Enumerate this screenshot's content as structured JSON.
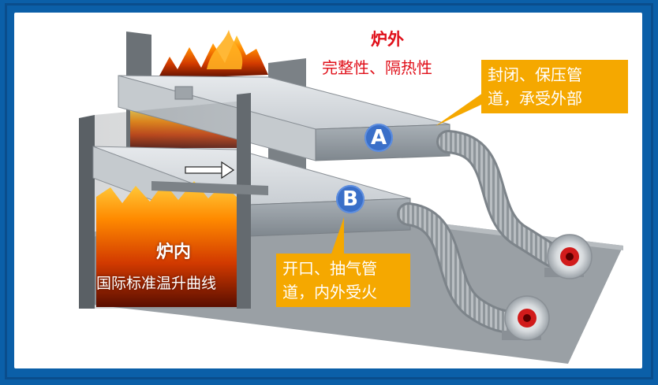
{
  "outside": {
    "title": "炉外",
    "subtitle": "完整性、隔热性"
  },
  "inside": {
    "title": "炉内",
    "subtitle": "国际标准温升曲线"
  },
  "duct_a": {
    "marker": "A",
    "callout_line1": "封闭、保压管",
    "callout_line2": "道，承受外部"
  },
  "duct_b": {
    "marker": "B",
    "callout_line1": "开口、抽气管",
    "callout_line2": "道，内外受火"
  },
  "colors": {
    "frame_background": "#0b5fa8",
    "callout": "#f5a800",
    "outside_text": "#e0101a",
    "marker": "#3a6fc8",
    "fire": "#ff6a00"
  },
  "icons": [
    "fire-icon",
    "flow-arrow-icon",
    "fan-icon",
    "flexible-hose-icon"
  ]
}
